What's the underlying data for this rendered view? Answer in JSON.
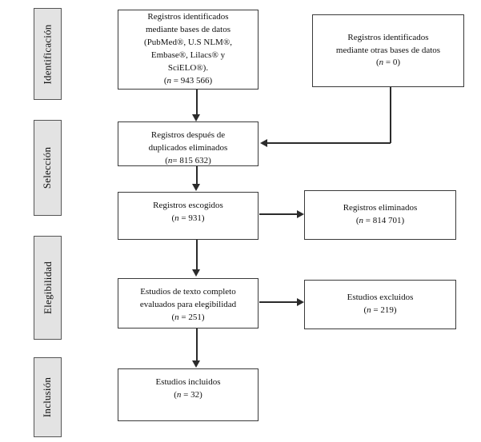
{
  "diagram": {
    "type": "prisma-flow-diagram",
    "language": "es",
    "colors": {
      "stage_label_fill": "#e3e3e3",
      "stage_label_border": "#555555",
      "box_fill": "#ffffff",
      "box_border": "#3a3a3a",
      "connector": "#2b2b2b",
      "page_background": "#ffffff"
    },
    "stages": [
      {
        "id": "identificacion",
        "label": "Identificación"
      },
      {
        "id": "seleccion",
        "label": "Selección"
      },
      {
        "id": "elegibilidad",
        "label": "Elegibilidad"
      },
      {
        "id": "inclusion",
        "label": "Inclusión"
      }
    ],
    "boxes": [
      {
        "id": "records-identified-databases",
        "stage": "identificacion",
        "lines": [
          "Registros identificados",
          "mediante bases de datos",
          "(PubMed®, U.S NLM®,",
          "Embase®, Lilacs® y",
          "SciELO®)."
        ],
        "count_line": "(n = 943 566)",
        "count_label": "n",
        "count_value": "943 566"
      },
      {
        "id": "records-identified-other-sources",
        "stage": "identificacion",
        "lines": [
          "Registros identificados",
          "mediante otras bases de datos"
        ],
        "count_line": "(n = 0)",
        "count_label": "n",
        "count_value": "0"
      },
      {
        "id": "records-after-duplicates-removed",
        "stage": "seleccion",
        "lines": [
          "Registros después de",
          "duplicados eliminados"
        ],
        "count_line": "(n= 815 632)",
        "count_label": "n",
        "count_value": "815 632"
      },
      {
        "id": "records-screened",
        "stage": "seleccion",
        "lines": [
          "Registros escogidos"
        ],
        "count_line": "(n = 931)",
        "count_label": "n",
        "count_value": "931"
      },
      {
        "id": "records-excluded",
        "stage": "seleccion",
        "lines": [
          "Registros eliminados"
        ],
        "count_line": "(n = 814 701)",
        "count_label": "n",
        "count_value": "814 701"
      },
      {
        "id": "full-text-assessed",
        "stage": "elegibilidad",
        "lines": [
          "Estudios de texto completo",
          "evaluados para elegibilidad"
        ],
        "count_line": "(n = 251)",
        "count_label": "n",
        "count_value": "251"
      },
      {
        "id": "full-text-excluded",
        "stage": "elegibilidad",
        "lines": [
          "Estudios excluidos"
        ],
        "count_line": "(n = 219)",
        "count_label": "n",
        "count_value": "219"
      },
      {
        "id": "studies-included",
        "stage": "inclusion",
        "lines": [
          "Estudios incluidos"
        ],
        "count_line": "(n = 32)",
        "count_label": "n",
        "count_value": "32"
      }
    ],
    "connectors": [
      {
        "id": "databases-to-duplicates",
        "from": "records-identified-databases",
        "to": "records-after-duplicates-removed",
        "direction": "down"
      },
      {
        "id": "other-sources-to-duplicates",
        "from": "records-identified-other-sources",
        "to": "records-after-duplicates-removed",
        "direction": "left"
      },
      {
        "id": "duplicates-to-screened",
        "from": "records-after-duplicates-removed",
        "to": "records-screened",
        "direction": "down"
      },
      {
        "id": "screened-to-excluded",
        "from": "records-screened",
        "to": "records-excluded",
        "direction": "right"
      },
      {
        "id": "screened-to-fulltext",
        "from": "records-screened",
        "to": "full-text-assessed",
        "direction": "down"
      },
      {
        "id": "fulltext-to-excluded",
        "from": "full-text-assessed",
        "to": "full-text-excluded",
        "direction": "right"
      },
      {
        "id": "fulltext-to-included",
        "from": "full-text-assessed",
        "to": "studies-included",
        "direction": "down"
      }
    ]
  }
}
